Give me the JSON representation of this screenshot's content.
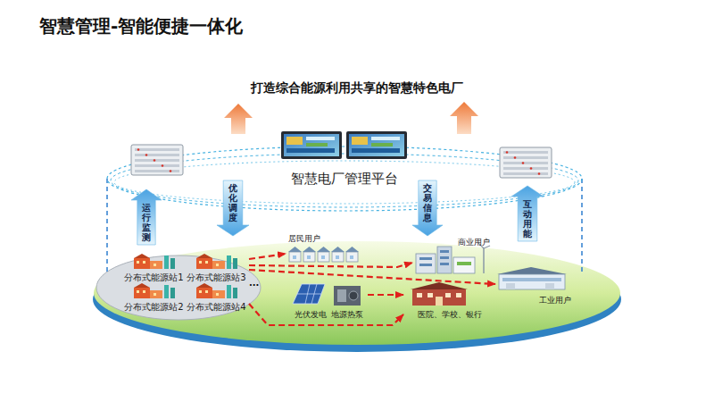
{
  "diagram": {
    "title": "智慧管理-智能便捷一体化",
    "nodes": [
      {
        "text": [
          "智慧电厂管理平台"
        ]
      },
      {
        "text": [
          "运行监测"
        ]
      },
      {
        "text": [
          "优化调度"
        ]
      },
      {
        "text": [
          "交易信息"
        ]
      },
      {
        "text": [
          "互动用能"
        ]
      },
      {
        "text": [
          "分布式能源站1"
        ]
      },
      {
        "text": [
          "分布式能源站3"
        ]
      },
      {
        "text": [
          "分布式能源站2"
        ]
      },
      {
        "text": [
          "分布式能源站4"
        ]
      },
      {
        "text": [
          "居民用户"
        ]
      },
      {
        "text": [
          "商业用户"
        ]
      },
      {
        "text": [
          "光伏发电",
          "地源热泵"
        ]
      },
      {
        "text": [
          "医院、学校、银行"
        ]
      },
      {
        "text": [
          "工业用户"
        ]
      }
    ],
    "edges": [
      {
        "from": 6,
        "to": 9,
        "arrow": "to"
      },
      {
        "from": 6,
        "to": 10,
        "arrow": "to"
      },
      {
        "from": 6,
        "to": 13,
        "arrow": "to"
      },
      {
        "from": 8,
        "to": 12,
        "arrow": "to"
      },
      {
        "from": 11,
        "to": 12,
        "arrow": "to"
      }
    ],
    "labels": [
      "打造综合能源利用共享的智慧特色电厂",
      "..."
    ]
  }
}
